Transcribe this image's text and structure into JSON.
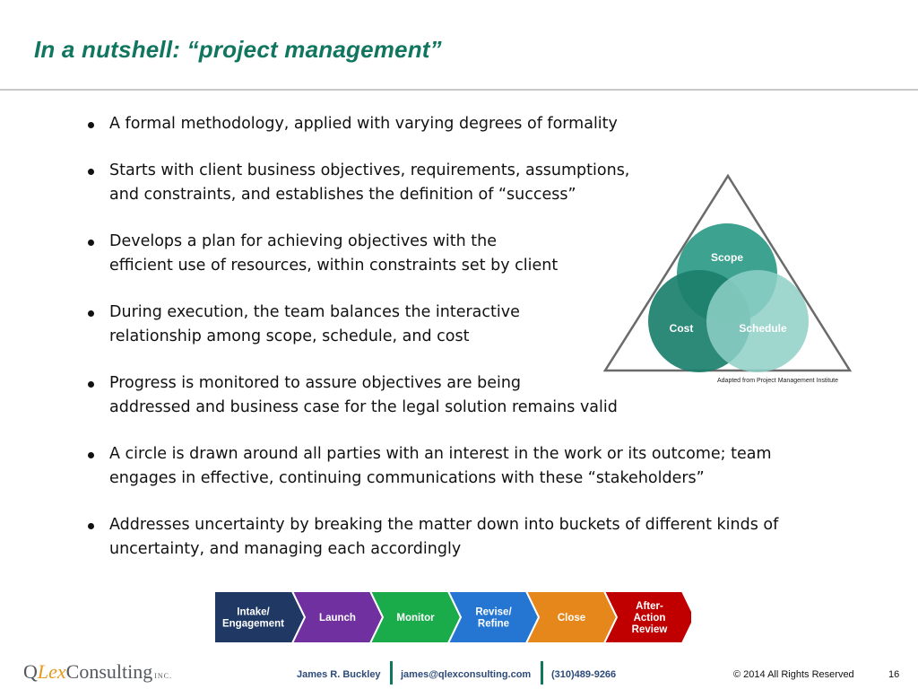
{
  "title": "In a nutshell:  “project management”",
  "bullets": [
    {
      "lines": [
        "A formal methodology, applied with varying degrees of formality"
      ]
    },
    {
      "lines": [
        "Starts with client business objectives, requirements, assumptions,",
        "and constraints, and establishes the definition of “success”"
      ]
    },
    {
      "lines": [
        "Develops a plan for achieving objectives with the",
        "efficient use of resources, within constraints set by client"
      ]
    },
    {
      "lines": [
        "During execution, the team balances the interactive",
        "relationship among scope, schedule, and cost"
      ]
    },
    {
      "lines": [
        "Progress is monitored to assure objectives are being",
        "addressed and business case for the legal solution remains valid"
      ]
    },
    {
      "lines": [
        "A circle is drawn around all parties with an interest in the work or its outcome; team",
        "engages in effective, continuing communications with these “stakeholders”"
      ]
    },
    {
      "lines": [
        "Addresses uncertainty by breaking the matter down into buckets of different kinds of",
        "uncertainty, and managing each accordingly"
      ]
    }
  ],
  "triangle": {
    "scope_label": "Scope",
    "cost_label": "Cost",
    "schedule_label": "Schedule",
    "attribution": "Adapted from Project Management Institute",
    "colors": {
      "scope": "#2e9a88",
      "cost": "#1b7f6c",
      "schedule": "#8ed0c7"
    }
  },
  "process_steps": [
    {
      "lines": [
        "Intake/",
        "Engagement"
      ],
      "color": "#1f3864"
    },
    {
      "lines": [
        "Launch"
      ],
      "color": "#7030a0"
    },
    {
      "lines": [
        "Monitor"
      ],
      "color": "#1aab4b"
    },
    {
      "lines": [
        "Revise/",
        "Refine"
      ],
      "color": "#2576d2"
    },
    {
      "lines": [
        "Close"
      ],
      "color": "#e6871b"
    },
    {
      "lines": [
        "After-",
        "Action",
        "Review"
      ],
      "color": "#c00000"
    }
  ],
  "footer": {
    "logo_q": "Q",
    "logo_lex": "Lex",
    "logo_consulting": "Consulting",
    "logo_inc": "INC.",
    "name": "James R. Buckley",
    "email": "james@qlexconsulting.com",
    "phone": "(310)489-9266",
    "copyright": "© 2014  All Rights Reserved",
    "page": "16"
  }
}
